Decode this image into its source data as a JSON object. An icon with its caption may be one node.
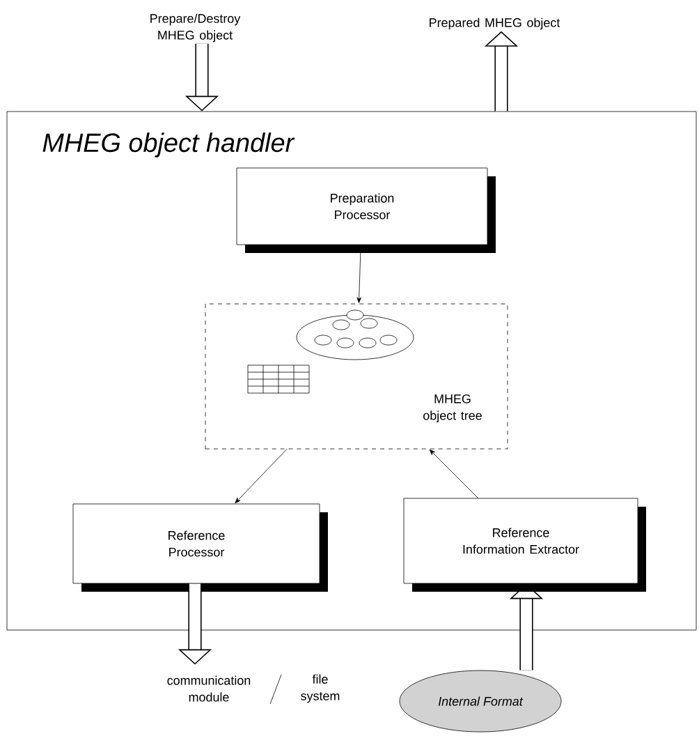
{
  "diagram": {
    "nodes": [
      {
        "text": [
          "MHEG object handler"
        ]
      },
      {
        "text": [
          "Preparation Processor"
        ],
        "in": 0
      },
      {
        "text": [
          "MHEG object tree"
        ],
        "in": 0
      },
      {
        "text": [
          "Reference Processor"
        ],
        "in": 0
      },
      {
        "text": [
          "Reference Information Extractor"
        ],
        "in": 0
      },
      {
        "text": [
          "Prepare/Destroy MHEG object"
        ]
      },
      {
        "text": [
          "Prepared MHEG object"
        ]
      },
      {
        "text": [
          "communication module",
          "file system"
        ]
      },
      {
        "text": [
          "Internal Format"
        ]
      }
    ],
    "edges": [
      {
        "from": 5,
        "to": 0,
        "arrow": "to"
      },
      {
        "from": 0,
        "to": 6,
        "arrow": "to"
      },
      {
        "from": 1,
        "to": 2,
        "arrow": "to"
      },
      {
        "from": 2,
        "to": 3,
        "arrow": "to"
      },
      {
        "from": 4,
        "to": 2,
        "arrow": "to"
      },
      {
        "from": 3,
        "to": 7,
        "arrow": "to"
      },
      {
        "from": 8,
        "to": 4,
        "arrow": "to"
      }
    ]
  }
}
